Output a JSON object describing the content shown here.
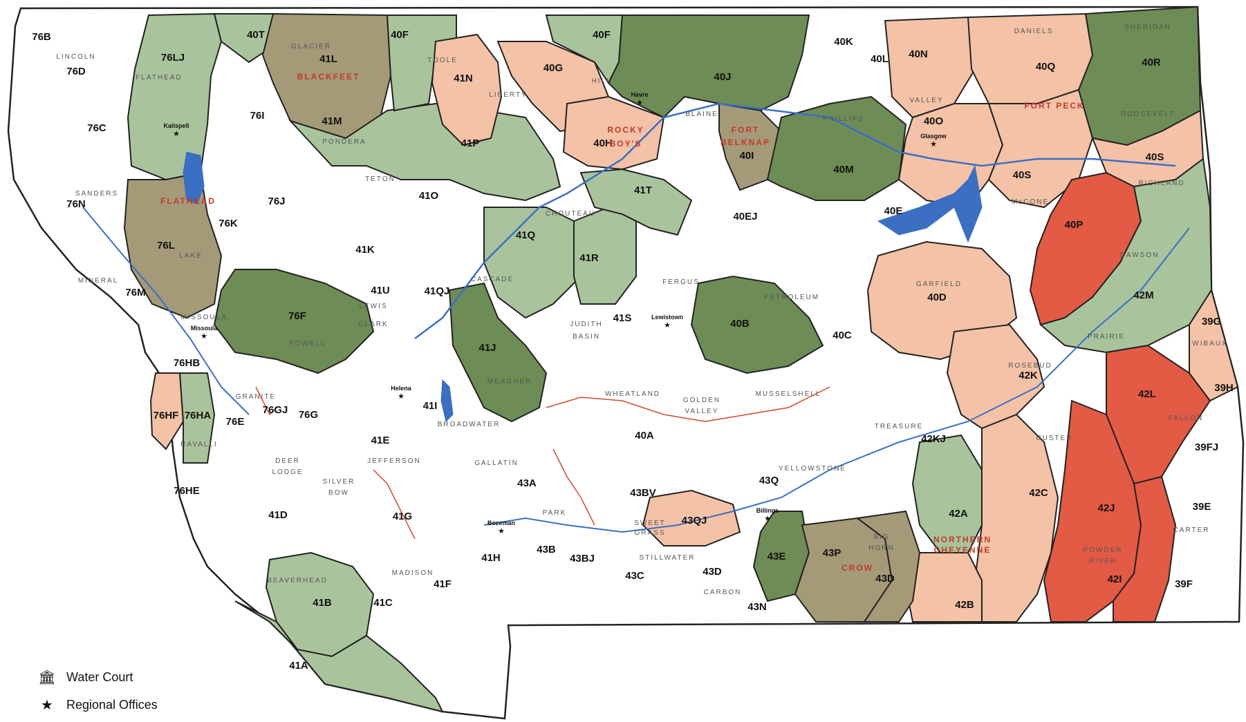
{
  "colors": {
    "sea": "#ffffff",
    "state_fill": "#ffffff",
    "border": "#222222",
    "water": "#3a6fc4",
    "green_light": "#a9c49c",
    "green_dark": "#6e8c55",
    "tan": "#a49a78",
    "peach": "#f4c2a6",
    "salmon": "#ec8a6e",
    "red": "#e35a45",
    "reservation_text": "#c0392b",
    "ditch": "#d24a2a"
  },
  "basins": [
    {
      "id": "76B",
      "label": "76B"
    },
    {
      "id": "76D",
      "label": "76D"
    },
    {
      "id": "76C",
      "label": "76C"
    },
    {
      "id": "76LJ",
      "label": "76LJ"
    },
    {
      "id": "40T",
      "label": "40T"
    },
    {
      "id": "41L",
      "label": "41L"
    },
    {
      "id": "41M",
      "label": "41M"
    },
    {
      "id": "40F_W",
      "label": "40F"
    },
    {
      "id": "40F_E",
      "label": "40F"
    },
    {
      "id": "41N",
      "label": "41N"
    },
    {
      "id": "40G",
      "label": "40G"
    },
    {
      "id": "40J",
      "label": "40J"
    },
    {
      "id": "40K",
      "label": "40K"
    },
    {
      "id": "40L",
      "label": "40L"
    },
    {
      "id": "40N",
      "label": "40N"
    },
    {
      "id": "40Q",
      "label": "40Q"
    },
    {
      "id": "40R",
      "label": "40R"
    },
    {
      "id": "76I",
      "label": "76I"
    },
    {
      "id": "41P",
      "label": "41P"
    },
    {
      "id": "40H",
      "label": "40H"
    },
    {
      "id": "40I",
      "label": "40I"
    },
    {
      "id": "40M",
      "label": "40M"
    },
    {
      "id": "40O",
      "label": "40O"
    },
    {
      "id": "40S_W",
      "label": "40S"
    },
    {
      "id": "40S_E",
      "label": "40S"
    },
    {
      "id": "76N",
      "label": "76N"
    },
    {
      "id": "76J",
      "label": "76J"
    },
    {
      "id": "76K",
      "label": "76K"
    },
    {
      "id": "41O",
      "label": "41O"
    },
    {
      "id": "41T",
      "label": "41T"
    },
    {
      "id": "40EJ",
      "label": "40EJ"
    },
    {
      "id": "40E",
      "label": "40E"
    },
    {
      "id": "40P",
      "label": "40P"
    },
    {
      "id": "76L",
      "label": "76L"
    },
    {
      "id": "41K",
      "label": "41K"
    },
    {
      "id": "41Q",
      "label": "41Q"
    },
    {
      "id": "41R",
      "label": "41R"
    },
    {
      "id": "42M",
      "label": "42M"
    },
    {
      "id": "76M",
      "label": "76M"
    },
    {
      "id": "41U",
      "label": "41U"
    },
    {
      "id": "41QJ",
      "label": "41QJ"
    },
    {
      "id": "76F",
      "label": "76F"
    },
    {
      "id": "41S",
      "label": "41S"
    },
    {
      "id": "40B",
      "label": "40B"
    },
    {
      "id": "40C",
      "label": "40C"
    },
    {
      "id": "40D",
      "label": "40D"
    },
    {
      "id": "39G",
      "label": "39G"
    },
    {
      "id": "41J",
      "label": "41J"
    },
    {
      "id": "76HB",
      "label": "76HB"
    },
    {
      "id": "42K",
      "label": "42K"
    },
    {
      "id": "42L",
      "label": "42L"
    },
    {
      "id": "39H",
      "label": "39H"
    },
    {
      "id": "76GJ",
      "label": "76GJ"
    },
    {
      "id": "76G",
      "label": "76G"
    },
    {
      "id": "76HF",
      "label": "76HF"
    },
    {
      "id": "76HA",
      "label": "76HA"
    },
    {
      "id": "76E",
      "label": "76E"
    },
    {
      "id": "41I",
      "label": "41I"
    },
    {
      "id": "41E",
      "label": "41E"
    },
    {
      "id": "40A",
      "label": "40A"
    },
    {
      "id": "42KJ",
      "label": "42KJ"
    },
    {
      "id": "39FJ",
      "label": "39FJ"
    },
    {
      "id": "76HE",
      "label": "76HE"
    },
    {
      "id": "43A",
      "label": "43A"
    },
    {
      "id": "43Q",
      "label": "43Q"
    },
    {
      "id": "43BV",
      "label": "43BV"
    },
    {
      "id": "42C",
      "label": "42C"
    },
    {
      "id": "42J",
      "label": "42J"
    },
    {
      "id": "39E",
      "label": "39E"
    },
    {
      "id": "41D",
      "label": "41D"
    },
    {
      "id": "41G",
      "label": "41G"
    },
    {
      "id": "43QJ",
      "label": "43QJ"
    },
    {
      "id": "42A",
      "label": "42A"
    },
    {
      "id": "41H",
      "label": "41H"
    },
    {
      "id": "43B",
      "label": "43B"
    },
    {
      "id": "43BJ",
      "label": "43BJ"
    },
    {
      "id": "43E",
      "label": "43E"
    },
    {
      "id": "43P",
      "label": "43P"
    },
    {
      "id": "41F",
      "label": "41F"
    },
    {
      "id": "43C",
      "label": "43C"
    },
    {
      "id": "43D_W",
      "label": "43D"
    },
    {
      "id": "43D_E",
      "label": "43D"
    },
    {
      "id": "42I",
      "label": "42I"
    },
    {
      "id": "39F",
      "label": "39F"
    },
    {
      "id": "41B",
      "label": "41B"
    },
    {
      "id": "41C",
      "label": "41C"
    },
    {
      "id": "43N",
      "label": "43N"
    },
    {
      "id": "42B",
      "label": "42B"
    },
    {
      "id": "41A",
      "label": "41A"
    }
  ],
  "counties": [
    {
      "id": "lincoln",
      "label": "LINCOLN"
    },
    {
      "id": "flathead",
      "label": "FLATHEAD"
    },
    {
      "id": "glacier",
      "label": "GLACIER"
    },
    {
      "id": "toole",
      "label": "TOOLE"
    },
    {
      "id": "liberty",
      "label": "LIBERTY"
    },
    {
      "id": "hill",
      "label": "HILL"
    },
    {
      "id": "blaine",
      "label": "BLAINE"
    },
    {
      "id": "phillips",
      "label": "PHILLIPS"
    },
    {
      "id": "valley",
      "label": "VALLEY"
    },
    {
      "id": "daniels",
      "label": "DANIELS"
    },
    {
      "id": "sheridan",
      "label": "SHERIDAN"
    },
    {
      "id": "roosevelt",
      "label": "ROOSEVELT"
    },
    {
      "id": "pondera",
      "label": "PONDERA"
    },
    {
      "id": "teton",
      "label": "TETON"
    },
    {
      "id": "chouteau",
      "label": "CHOUTEAU"
    },
    {
      "id": "sanders",
      "label": "SANDERS"
    },
    {
      "id": "lake",
      "label": "LAKE"
    },
    {
      "id": "mccone",
      "label": "McCONE"
    },
    {
      "id": "richland",
      "label": "RICHLAND"
    },
    {
      "id": "mineral",
      "label": "MINERAL"
    },
    {
      "id": "cascade",
      "label": "CASCADE"
    },
    {
      "id": "fergus",
      "label": "FERGUS"
    },
    {
      "id": "petroleum",
      "label": "PETROLEUM"
    },
    {
      "id": "garfield",
      "label": "GARFIELD"
    },
    {
      "id": "dawson",
      "label": "DAWSON"
    },
    {
      "id": "missoula",
      "label": "MISSOULA"
    },
    {
      "id": "lewis_clark_1",
      "label": "LEWIS"
    },
    {
      "id": "lewis_clark_2",
      "label": "CLARK"
    },
    {
      "id": "powell",
      "label": "POWELL"
    },
    {
      "id": "judith_basin_1",
      "label": "JUDITH"
    },
    {
      "id": "judith_basin_2",
      "label": "BASIN"
    },
    {
      "id": "prairie",
      "label": "PRAIRIE"
    },
    {
      "id": "wibaux",
      "label": "WIBAUX"
    },
    {
      "id": "meagher",
      "label": "MEAGHER"
    },
    {
      "id": "granite",
      "label": "GRANITE"
    },
    {
      "id": "wheatland",
      "label": "WHEATLAND"
    },
    {
      "id": "golden_valley_1",
      "label": "GOLDEN"
    },
    {
      "id": "golden_valley_2",
      "label": "VALLEY"
    },
    {
      "id": "musselshell",
      "label": "MUSSELSHELL"
    },
    {
      "id": "rosebud",
      "label": "ROSEBUD"
    },
    {
      "id": "fallon",
      "label": "FALLON"
    },
    {
      "id": "ravalli",
      "label": "RAVALLI"
    },
    {
      "id": "broadwater",
      "label": "BROADWATER"
    },
    {
      "id": "treasure",
      "label": "TREASURE"
    },
    {
      "id": "custer",
      "label": "CUSTER"
    },
    {
      "id": "jefferson",
      "label": "JEFFERSON"
    },
    {
      "id": "gallatin",
      "label": "GALLATIN"
    },
    {
      "id": "deer_lodge_1",
      "label": "DEER"
    },
    {
      "id": "deer_lodge_2",
      "label": "LODGE"
    },
    {
      "id": "silver_bow_1",
      "label": "SILVER"
    },
    {
      "id": "silver_bow_2",
      "label": "BOW"
    },
    {
      "id": "yellowstone",
      "label": "YELLOWSTONE"
    },
    {
      "id": "park",
      "label": "PARK"
    },
    {
      "id": "sweet_grass_1",
      "label": "SWEET"
    },
    {
      "id": "sweet_grass_2",
      "label": "GRASS"
    },
    {
      "id": "stillwater",
      "label": "STILLWATER"
    },
    {
      "id": "carbon",
      "label": "CARBON"
    },
    {
      "id": "big_horn_1",
      "label": "BIG"
    },
    {
      "id": "big_horn_2",
      "label": "HORN"
    },
    {
      "id": "powder_river_1",
      "label": "POWDER"
    },
    {
      "id": "powder_river_2",
      "label": "RIVER"
    },
    {
      "id": "carter",
      "label": "CARTER"
    },
    {
      "id": "madison",
      "label": "MADISON"
    },
    {
      "id": "beaverhead",
      "label": "BEAVERHEAD"
    }
  ],
  "reservations": [
    {
      "id": "blackfeet",
      "label": "BLACKFEET"
    },
    {
      "id": "rocky_boys_1",
      "label": "ROCKY"
    },
    {
      "id": "rocky_boys_2",
      "label": "BOY'S"
    },
    {
      "id": "fort_belknap_1",
      "label": "FORT"
    },
    {
      "id": "fort_belknap_2",
      "label": "BELKNAP"
    },
    {
      "id": "fort_peck",
      "label": "FORT PECK"
    },
    {
      "id": "flathead_res",
      "label": "FLATHEAD"
    },
    {
      "id": "northern_cheyenne_1",
      "label": "NORTHERN"
    },
    {
      "id": "northern_cheyenne_2",
      "label": "CHEYENNE"
    },
    {
      "id": "crow",
      "label": "CROW"
    }
  ],
  "cities": [
    {
      "id": "havre",
      "label": "Havre"
    },
    {
      "id": "kalispell",
      "label": "Kalispell"
    },
    {
      "id": "glasgow",
      "label": "Glasgow"
    },
    {
      "id": "lewistown",
      "label": "Lewistown"
    },
    {
      "id": "missoula_city",
      "label": "Missoula"
    },
    {
      "id": "helena",
      "label": "Helena"
    },
    {
      "id": "bozeman",
      "label": "Bozeman"
    },
    {
      "id": "billings",
      "label": "Billings"
    }
  ],
  "legend": {
    "water_court_icon": "courthouse-icon",
    "water_court": "Water Court",
    "regional_offices_icon": "star-icon",
    "regional_offices": "Regional Offices"
  }
}
